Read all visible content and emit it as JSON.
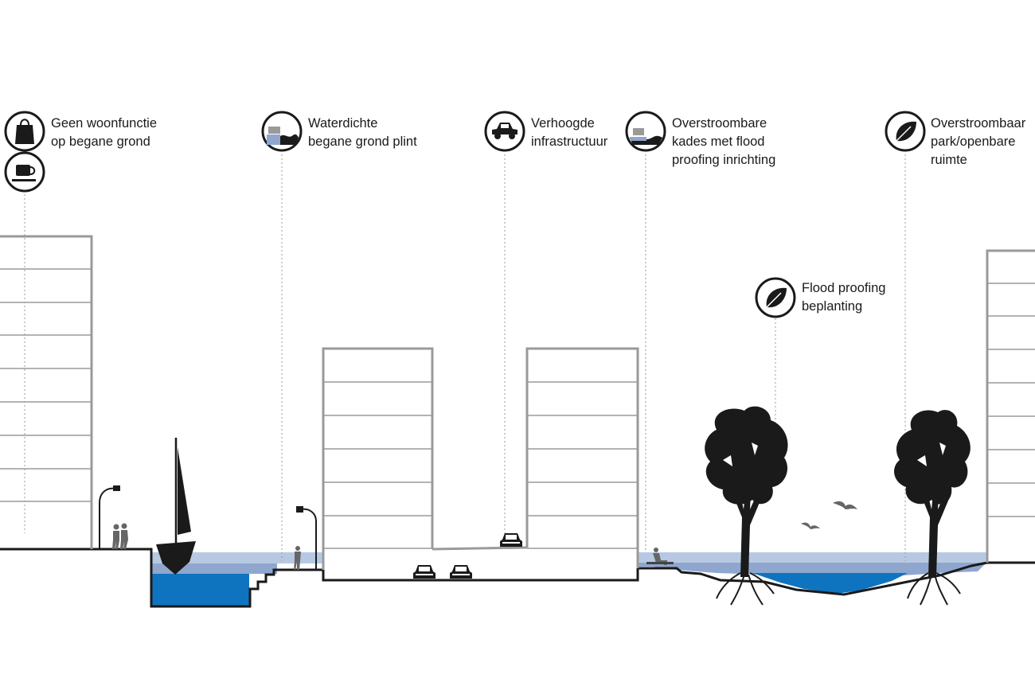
{
  "labels": {
    "geen_woonfunctie": {
      "lines": [
        "Geen woonfunctie",
        "op begane grond"
      ],
      "icons": [
        "shopping-bag-icon",
        "coffee-cup-icon"
      ]
    },
    "waterdichte_plint": {
      "lines": [
        "Waterdichte",
        "begane grond plint"
      ],
      "icons": [
        "waterproof-plinth-icon"
      ]
    },
    "verhoogde_infra": {
      "lines": [
        "Verhoogde",
        "infrastructuur"
      ],
      "icons": [
        "car-icon"
      ]
    },
    "overstroombare_kades": {
      "lines": [
        "Overstroombare",
        "kades met flood",
        "proofing inrichting"
      ],
      "icons": [
        "flood-quay-icon"
      ]
    },
    "overstroombaar_park": {
      "lines": [
        "Overstroombaar",
        "park/openbare",
        "ruimte"
      ],
      "icons": [
        "leaf-icon"
      ]
    },
    "flood_proofing_beplanting": {
      "lines": [
        "Flood proofing",
        "beplanting"
      ],
      "icons": [
        "leaf-icon"
      ]
    }
  },
  "colors": {
    "water_light": "#b7c9e2",
    "water_mid": "#8fa6cf",
    "water_deep": "#0f74bf",
    "building_stroke": "#9a9a9a",
    "ground": "#1a1a1a",
    "leader_line": "#999999"
  }
}
